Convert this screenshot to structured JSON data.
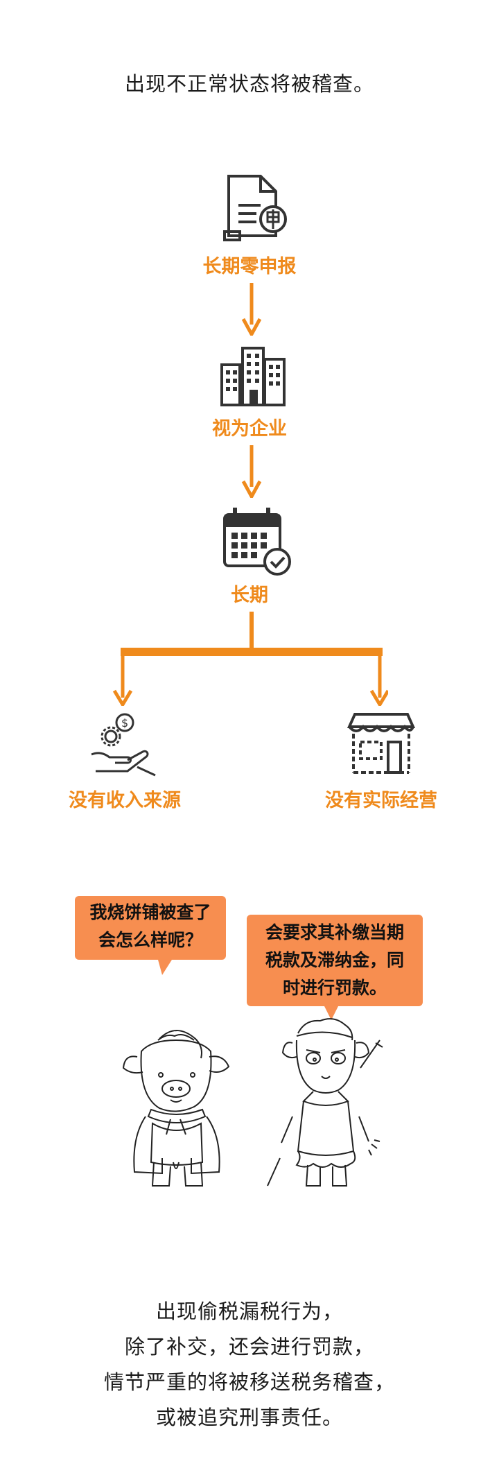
{
  "intro": "出现不正常状态将被稽查。",
  "flow": {
    "step1": "长期零申报",
    "step2": "视为企业",
    "step3": "长期",
    "branch_left": "没有收入来源",
    "branch_right": "没有实际经营"
  },
  "dialogue": {
    "left_bubble": [
      "我烧饼铺被查了",
      "会怎么样呢？"
    ],
    "right_bubble": [
      "会要求其补缴当期",
      "税款及滞纳金，同",
      "时进行罚款。"
    ]
  },
  "conclusion": [
    "出现偷税漏税行为，",
    "除了补交，还会进行罚款，",
    "情节严重的将被移送税务稽查，",
    "或被追究刑事责任。"
  ],
  "colors": {
    "accent": "#ef8a1c",
    "bubble": "#f78e50",
    "icon": "#333333"
  }
}
